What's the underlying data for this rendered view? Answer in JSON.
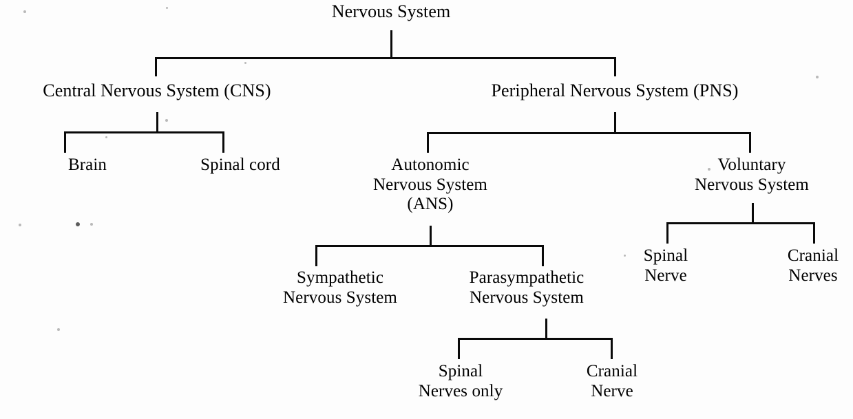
{
  "document": {
    "type": "hierarchy-tree-diagram",
    "title": "Nervous System",
    "background_color": "#fdfdfd",
    "line_color": "#0a0a0a",
    "text_color": "#000000"
  },
  "nodes": {
    "root": {
      "line1": "Nervous System"
    },
    "cns": {
      "line1": "Central Nervous System (CNS)"
    },
    "pns": {
      "line1": "Peripheral Nervous System (PNS)"
    },
    "brain": {
      "line1": "Brain"
    },
    "spinal_cord": {
      "line1": "Spinal cord"
    },
    "ans": {
      "line1": "Autonomic",
      "line2": "Nervous System",
      "line3": "(ANS)"
    },
    "voluntary": {
      "line1": "Voluntary",
      "line2": "Nervous System"
    },
    "sympathetic": {
      "line1": "Sympathetic",
      "line2": "Nervous System"
    },
    "parasympathetic": {
      "line1": "Parasympathetic",
      "line2": "Nervous System"
    },
    "vol_spinal": {
      "line1": "Spinal",
      "line2": "Nerve"
    },
    "vol_cranial": {
      "line1": "Cranial",
      "line2": "Nerves"
    },
    "para_spinal": {
      "line1": "Spinal",
      "line2": "Nerves only"
    },
    "para_cranial": {
      "line1": "Cranial",
      "line2": "Nerve"
    }
  },
  "tree": {
    "label": "Nervous System",
    "children": [
      {
        "label": "Central Nervous System (CNS)",
        "children": [
          {
            "label": "Brain",
            "children": []
          },
          {
            "label": "Spinal cord",
            "children": []
          }
        ]
      },
      {
        "label": "Peripheral Nervous System (PNS)",
        "children": [
          {
            "label": "Autonomic Nervous System (ANS)",
            "children": [
              {
                "label": "Sympathetic Nervous System",
                "children": []
              },
              {
                "label": "Parasympathetic Nervous System",
                "children": [
                  {
                    "label": "Spinal Nerves only",
                    "children": []
                  },
                  {
                    "label": "Cranial Nerve",
                    "children": []
                  }
                ]
              }
            ]
          },
          {
            "label": "Voluntary Nervous System",
            "children": [
              {
                "label": "Spinal Nerve",
                "children": []
              },
              {
                "label": "Cranial Nerves",
                "children": []
              }
            ]
          }
        ]
      }
    ]
  }
}
